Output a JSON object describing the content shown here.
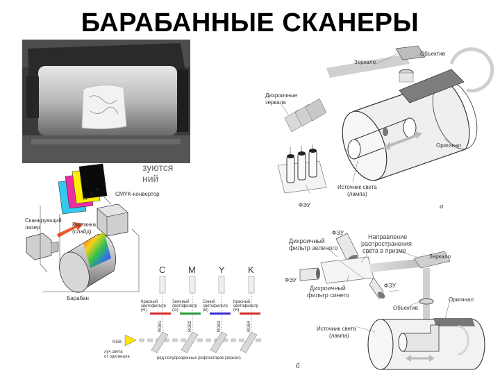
{
  "title": "БАРАБАННЫЕ СКАНЕРЫ",
  "photo": {
    "overlay_text_1": "зуются",
    "overlay_text_2": "ний"
  },
  "diagram_a": {
    "mirror": "Зеркало",
    "objective": "Объектив",
    "dichroic": [
      "Дихроичные",
      "зеркала"
    ],
    "original": "Оригинал",
    "light_source": [
      "Источник света",
      "(лампа)"
    ],
    "pmt": "ФЭУ",
    "letter": "a"
  },
  "diagram_cmyk": {
    "converter": "CMYK-конвертор",
    "laser": [
      "Сканирующий",
      "лазер"
    ],
    "picture": [
      "Картинка",
      "(слайд)"
    ],
    "drum": "Барабан",
    "k": "K",
    "y": "Y",
    "m": "M"
  },
  "diagram_rgb": {
    "channels": [
      "C",
      "M",
      "Y",
      "K"
    ],
    "filters": [
      [
        "Красный",
        "светофильтр",
        "(R)"
      ],
      [
        "Зеленый",
        "светофильтр",
        "(G)"
      ],
      [
        "Синий",
        "светофильтр",
        "(B)"
      ],
      [
        "Красный",
        "светофильтр",
        "(R)"
      ]
    ],
    "rgb_labels": [
      "RGB1",
      "RGB2",
      "RGB3",
      "RGB4"
    ],
    "rgb_tag": "RGB",
    "beam": [
      "луч света",
      "от оригинала"
    ],
    "reflectors": "ряд полупрозрачных рефлекторов (зеркал)"
  },
  "diagram_b": {
    "pmt_top": "ФЭУ",
    "green_filter": [
      "Дихроичный",
      "фильтр зеленого"
    ],
    "direction": [
      "Направление",
      "распространения",
      "света в призме"
    ],
    "mirror": "Зеркало",
    "pmt_left": "ФЭУ",
    "pmt_right": "ФЭУ",
    "blue_filter": [
      "Дихроичный",
      "фильтр синего"
    ],
    "objective": "Объектив",
    "original": "Оригинал",
    "light_source": [
      "Источник света",
      "(лампа)"
    ],
    "letter": "б"
  }
}
